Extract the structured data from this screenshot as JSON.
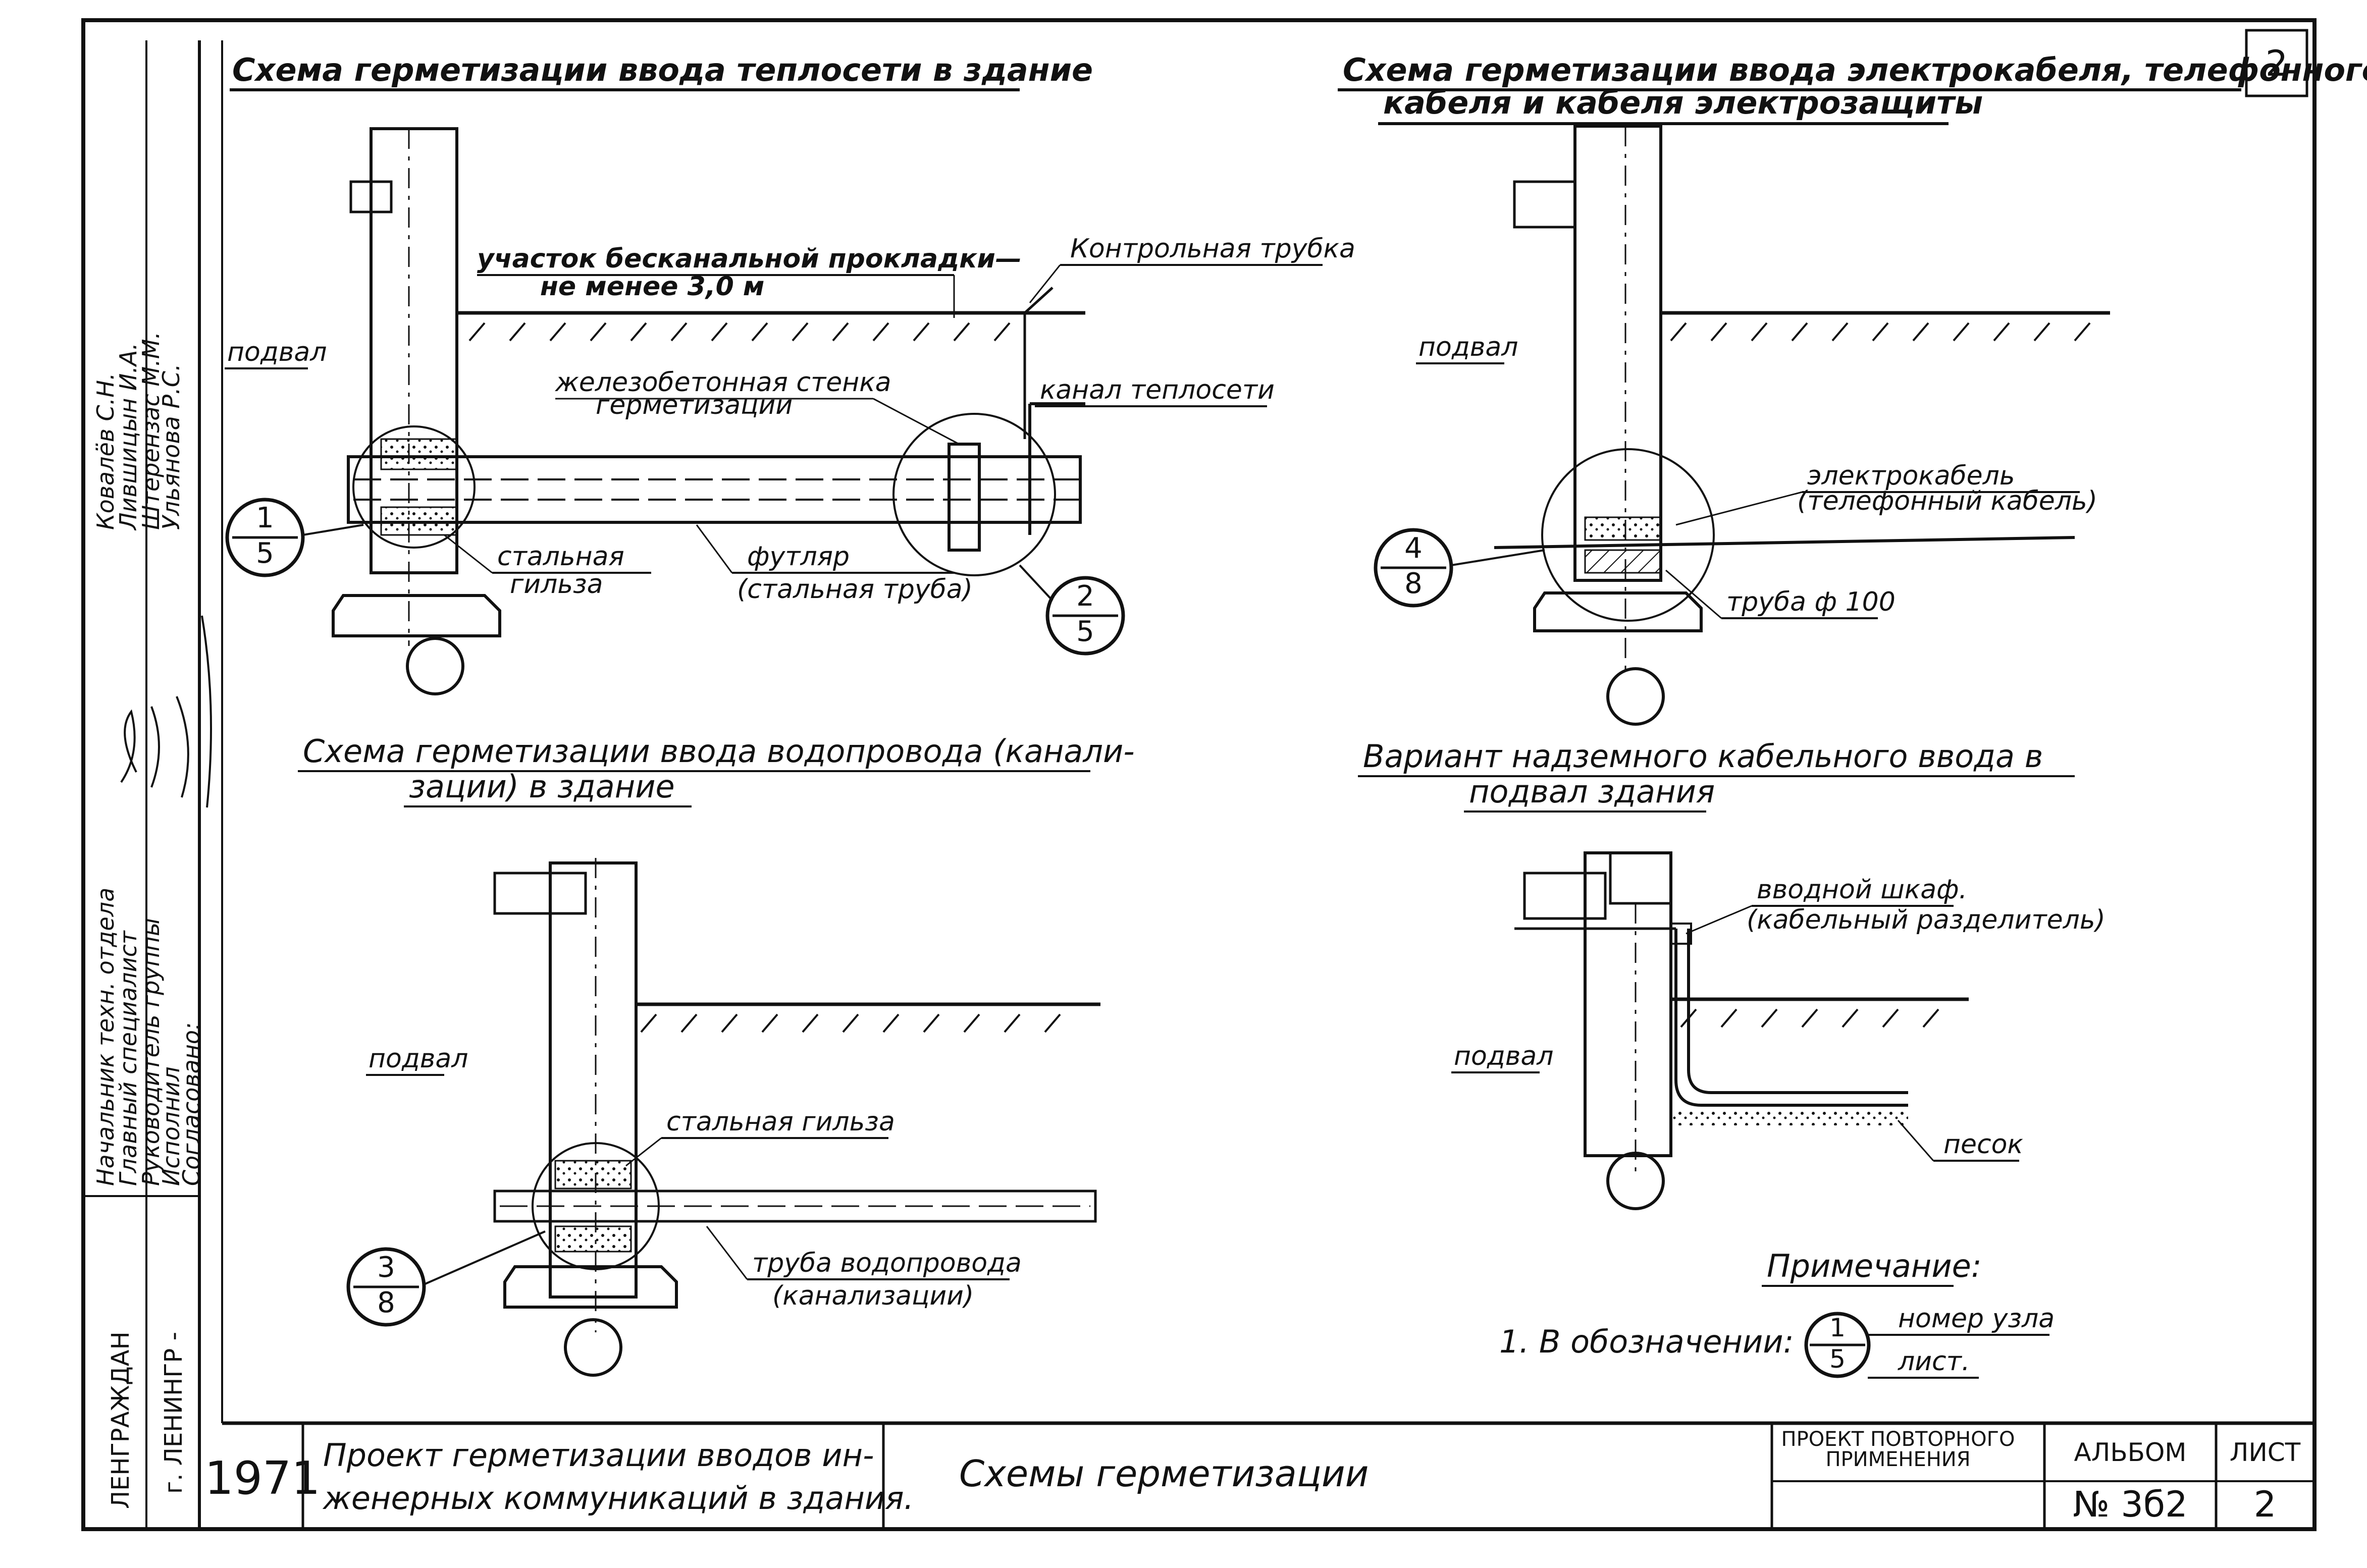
{
  "sheet_number_corner": "2",
  "heat": {
    "title": "Схема герметизации ввода теплосети в здание",
    "label_section": "участок бесканальной прокладки—",
    "label_section2": "не менее 3,0 м",
    "label_control": "Контрольная трубка",
    "label_basement": "подвал",
    "label_wall": "железобетонная стенка",
    "label_wall2": "герметизации",
    "label_channel": "канал теплосети",
    "label_sleeve": "стальная",
    "label_sleeve2": "гильза",
    "label_case": "футляр",
    "label_case2": "(стальная труба)",
    "node1_top": "1",
    "node1_bot": "5",
    "node2_top": "2",
    "node2_bot": "5"
  },
  "cable": {
    "title": "Схема герметизации ввода электрокабеля, телефонного",
    "title2": "кабеля и кабеля электрозащиты",
    "label_basement": "подвал",
    "label_cable": "электрокабель",
    "label_cable2": "(телефонный кабель)",
    "label_pipe": "труба ф 100",
    "node_top": "4",
    "node_bot": "8"
  },
  "water": {
    "title": "Схема герметизации ввода водопровода (канали-",
    "title2": "зации) в здание",
    "label_basement": "подвал",
    "label_sleeve": "стальная гильза",
    "label_pipe": "труба водопровода",
    "label_pipe2": "(канализации)",
    "node_top": "3",
    "node_bot": "8"
  },
  "overhead": {
    "title": "Вариант надземного кабельного ввода в",
    "title2": "подвал здания",
    "label_cabinet": "вводной шкаф.",
    "label_cabinet2": "(кабельный разделитель)",
    "label_basement": "подвал",
    "label_sand": "песок"
  },
  "note": {
    "heading": "Примечание:",
    "text": "1. В обозначении:",
    "node_top": "1",
    "node_bot": "5",
    "label_node": "номер узла",
    "label_sheet": "лист."
  },
  "side_stamp": {
    "org": "ЛЕНГРАЖДАН",
    "city": "г. ЛЕНИНГР -",
    "roles": [
      "Начальник техн. отдела",
      "Главный специалист",
      "Руководитель группы",
      "Исполнил",
      "Согласовано:"
    ],
    "names": [
      "Ковалёв С.Н.",
      "Лившицын И.А.",
      "Штерензас М.М.",
      "Ульянова Р.С."
    ]
  },
  "title_block": {
    "year": "1971",
    "project": "Проект герметизации вводов ин-",
    "project2": "женерных коммуникаций в здания.",
    "sheet_title": "Схемы герметизации",
    "type": "ПРОЕКТ ПОВТОРНОГО",
    "type2": "ПРИМЕНЕНИЯ",
    "album_label": "АЛЬБОМ",
    "album_no": "№ 3б2",
    "sheet_label": "ЛИСТ",
    "sheet_no": "2"
  }
}
